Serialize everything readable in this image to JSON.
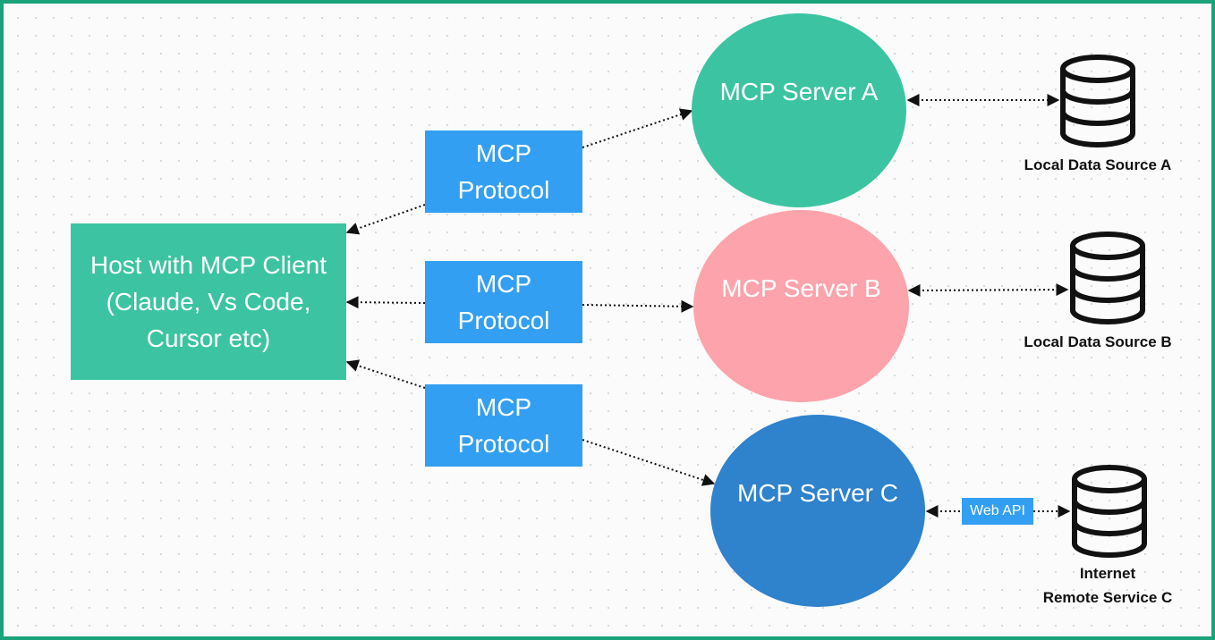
{
  "host": {
    "lines": [
      "Host with MCP Client",
      "(Claude, Vs Code,",
      "Cursor etc)"
    ]
  },
  "protocols": [
    {
      "line1": "MCP",
      "line2": "Protocol"
    },
    {
      "line1": "MCP",
      "line2": "Protocol"
    },
    {
      "line1": "MCP",
      "line2": "Protocol"
    }
  ],
  "servers": [
    {
      "label": "MCP Server A",
      "color": "#3cc4a2"
    },
    {
      "label": "MCP Server B",
      "color": "#fda3ac"
    },
    {
      "label": "MCP Server C",
      "color": "#2f82cc"
    }
  ],
  "web_api": {
    "label": "Web API"
  },
  "data_sources": [
    {
      "label": "Local Data Source A",
      "icon": "database-icon"
    },
    {
      "label": "Local Data Source B",
      "icon": "database-icon"
    },
    {
      "label_line1": "Internet",
      "label_line2": "Remote Service C",
      "icon": "database-icon"
    }
  ],
  "colors": {
    "frame_border": "#1aa37a",
    "host": "#3cc4a2",
    "protocol": "#339ff2"
  }
}
